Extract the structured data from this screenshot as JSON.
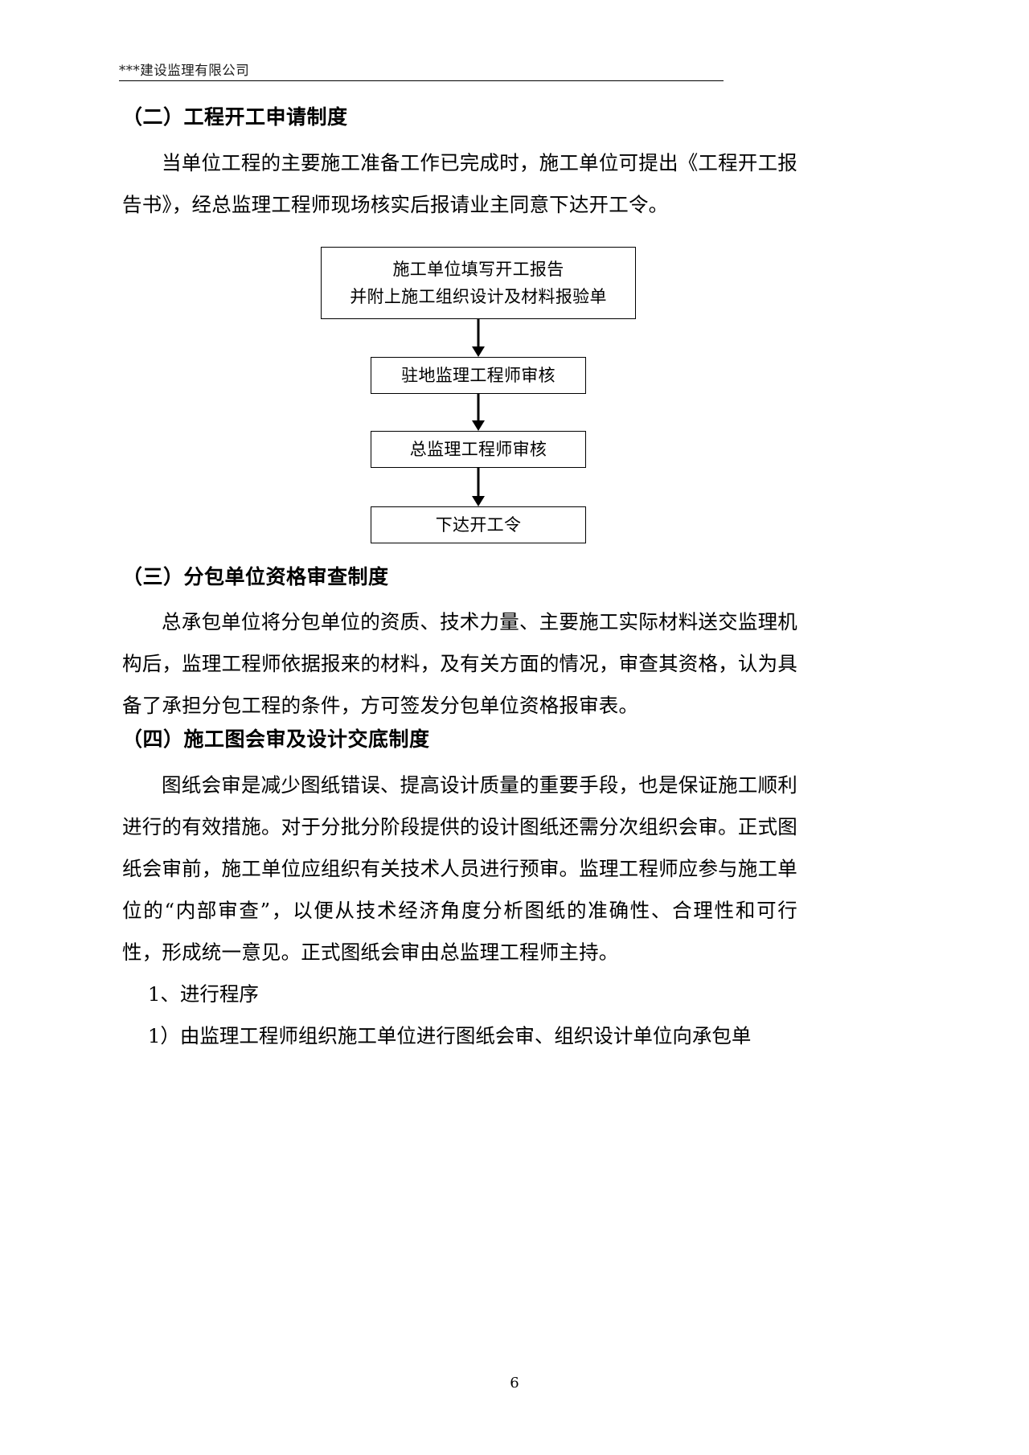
{
  "header": {
    "company": "***建设监理有限公司"
  },
  "sections": {
    "s2_heading": "（二）工程开工申请制度",
    "s2_par1": "当单位工程的主要施工准备工作已完成时，施工单位可提出《工程开工报告书》，经总监理工程师现场核实后报请业主同意下达开工令。",
    "s3_heading": "（三）分包单位资格审查制度",
    "s3_par1": "总承包单位将分包单位的资质、技术力量、主要施工实际材料送交监理机构后，监理工程师依据报来的材料，及有关方面的情况，审查其资格，认为具备了承担分包工程的条件，方可签发分包单位资格报审表。",
    "s4_heading": "（四）施工图会审及设计交底制度",
    "s4_par1": "图纸会审是减少图纸错误、提高设计质量的重要手段，也是保证施工顺利进行的有效措施。对于分批分阶段提供的设计图纸还需分次组织会审。正式图纸会审前，施工单位应组织有关技术人员进行预审。监理工程师应参与施工单位的“内部审查”，以便从技术经济角度分析图纸的准确性、合理性和可行性，形成统一意见。正式图纸会审由总监理工程师主持。",
    "s4_item1": "1、进行程序",
    "s4_item2": "1）由监理工程师组织施工单位进行图纸会审、组织设计单位向承包单"
  },
  "flowchart": {
    "box1_line1": "施工单位填写开工报告",
    "box1_line2": "并附上施工组织设计及材料报验单",
    "box2": "驻地监理工程师审核",
    "box3": "总监理工程师审核",
    "box4": "下达开工令"
  },
  "footer": {
    "page_number": "6"
  }
}
